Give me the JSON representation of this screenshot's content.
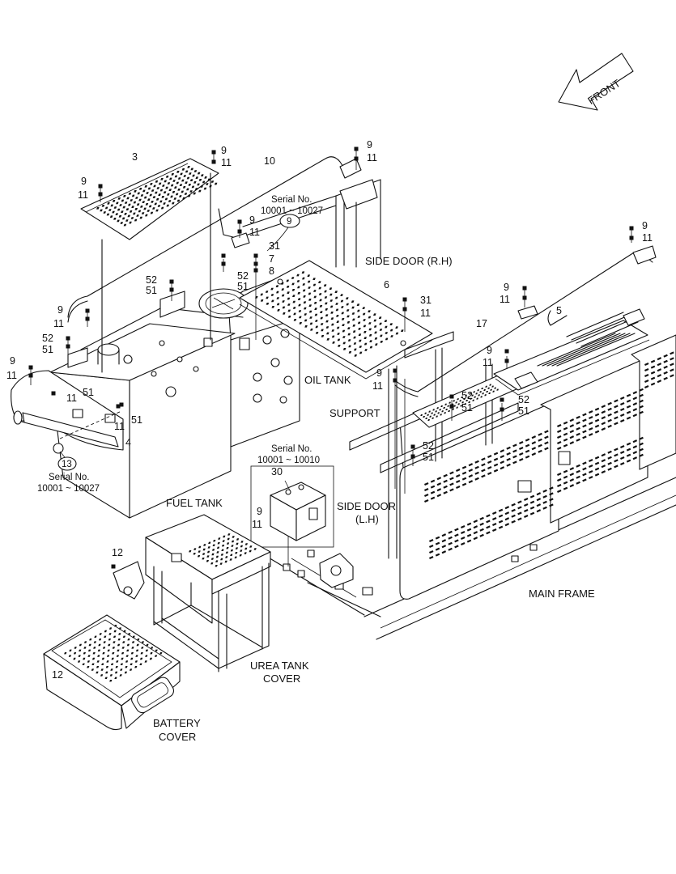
{
  "direction_label": "FRONT",
  "labels": {
    "side_door_rh": "SIDE DOOR (R.H)",
    "oil_tank": "OIL TANK",
    "support": "SUPPORT",
    "fuel_tank": "FUEL TANK",
    "side_door_lh_1": "SIDE DOOR",
    "side_door_lh_2": "(L.H)",
    "main_frame": "MAIN FRAME",
    "urea_tank_cover_1": "UREA TANK",
    "urea_tank_cover_2": "COVER",
    "battery_cover_1": "BATTERY",
    "battery_cover_2": "COVER"
  },
  "serial_notes": {
    "note_9_title": "Serial No.",
    "note_9_range": "10001 ~ 10027",
    "note_13_title": "Serial No.",
    "note_13_range": "10001 ~ 10027",
    "note_30_title": "Serial No.",
    "note_30_range": "10001 ~ 10010"
  },
  "circled_refs": {
    "ref_9": "9",
    "ref_13": "13"
  },
  "part_numbers": {
    "p3": "3",
    "p10": "10",
    "p6": "6",
    "p5": "5",
    "p17": "17",
    "p4": "4",
    "p30": "30",
    "p9_a": "9",
    "p11_a": "11",
    "p9_b": "9",
    "p11_b": "11",
    "p9_c": "9",
    "p11_c": "11",
    "p9_d": "9",
    "p11_d": "11",
    "p9_e": "9",
    "p11_e": "11",
    "p9_f": "9",
    "p11_f": "11",
    "p9_g": "9",
    "p11_g": "11",
    "p9_h": "9",
    "p11_h": "11",
    "p9_i": "9",
    "p11_i": "11",
    "p9_j": "9",
    "p11_j": "11",
    "p9_k": "9",
    "p11_k": "11",
    "p11_l": "11",
    "p11_m": "11",
    "p31_a": "31",
    "p7": "7",
    "p8": "8",
    "p52_a": "52",
    "p51_a": "51",
    "p52_b": "52",
    "p51_b": "51",
    "p52_c": "52",
    "p51_c": "51",
    "p52_d": "52",
    "p51_d": "51",
    "p52_e": "52",
    "p51_e": "51",
    "p52_f": "52",
    "p51_f": "51",
    "p51_g": "51",
    "p51_h": "51",
    "p31_b": "31",
    "p12_a": "12",
    "p12_b": "12"
  }
}
